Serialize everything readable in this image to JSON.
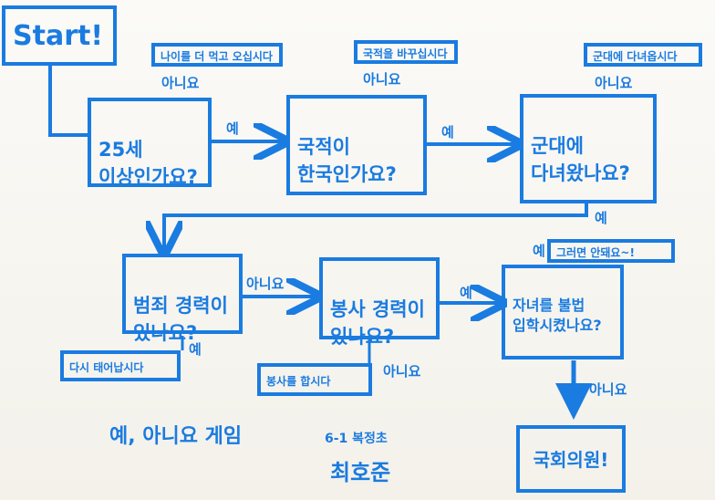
{
  "start": "Start!",
  "q_age": {
    "text": "25세\n이상인가요?",
    "no_note": "나이를 더 먹고 오십시다",
    "no_label": "아니요",
    "yes_label": "예"
  },
  "q_nationality": {
    "text": "국적이\n한국인가요?",
    "no_note": "국적을 바꾸십시다",
    "no_label": "아니요",
    "yes_label": "예"
  },
  "q_military": {
    "text": "군대에\n다녀왔나요?",
    "no_note": "군대에 다녀옵시다",
    "no_label": "아니요",
    "yes_label": "예"
  },
  "q_crime": {
    "text": "범죄 경력이\n있나요?",
    "yes_note": "다시 태어납시다",
    "yes_label": "예",
    "no_label": "아니요"
  },
  "q_volunteer": {
    "text": "봉사 경력이\n있나요?",
    "no_note": "봉사를 합시다",
    "no_label": "아니요",
    "yes_label": "예"
  },
  "q_law": {
    "text": "자녀를 불법\n입학시켰나요?",
    "yes_note": "그러면 안돼요~!",
    "yes_label": "예",
    "no_label": "아니요"
  },
  "result": "국회의원!",
  "footer": {
    "title": "예, 아니요 게임",
    "school": "6-1 복정초",
    "author": "최호준"
  },
  "colors": {
    "ink": "#1a7be0",
    "paper": "#fbfaf7"
  }
}
